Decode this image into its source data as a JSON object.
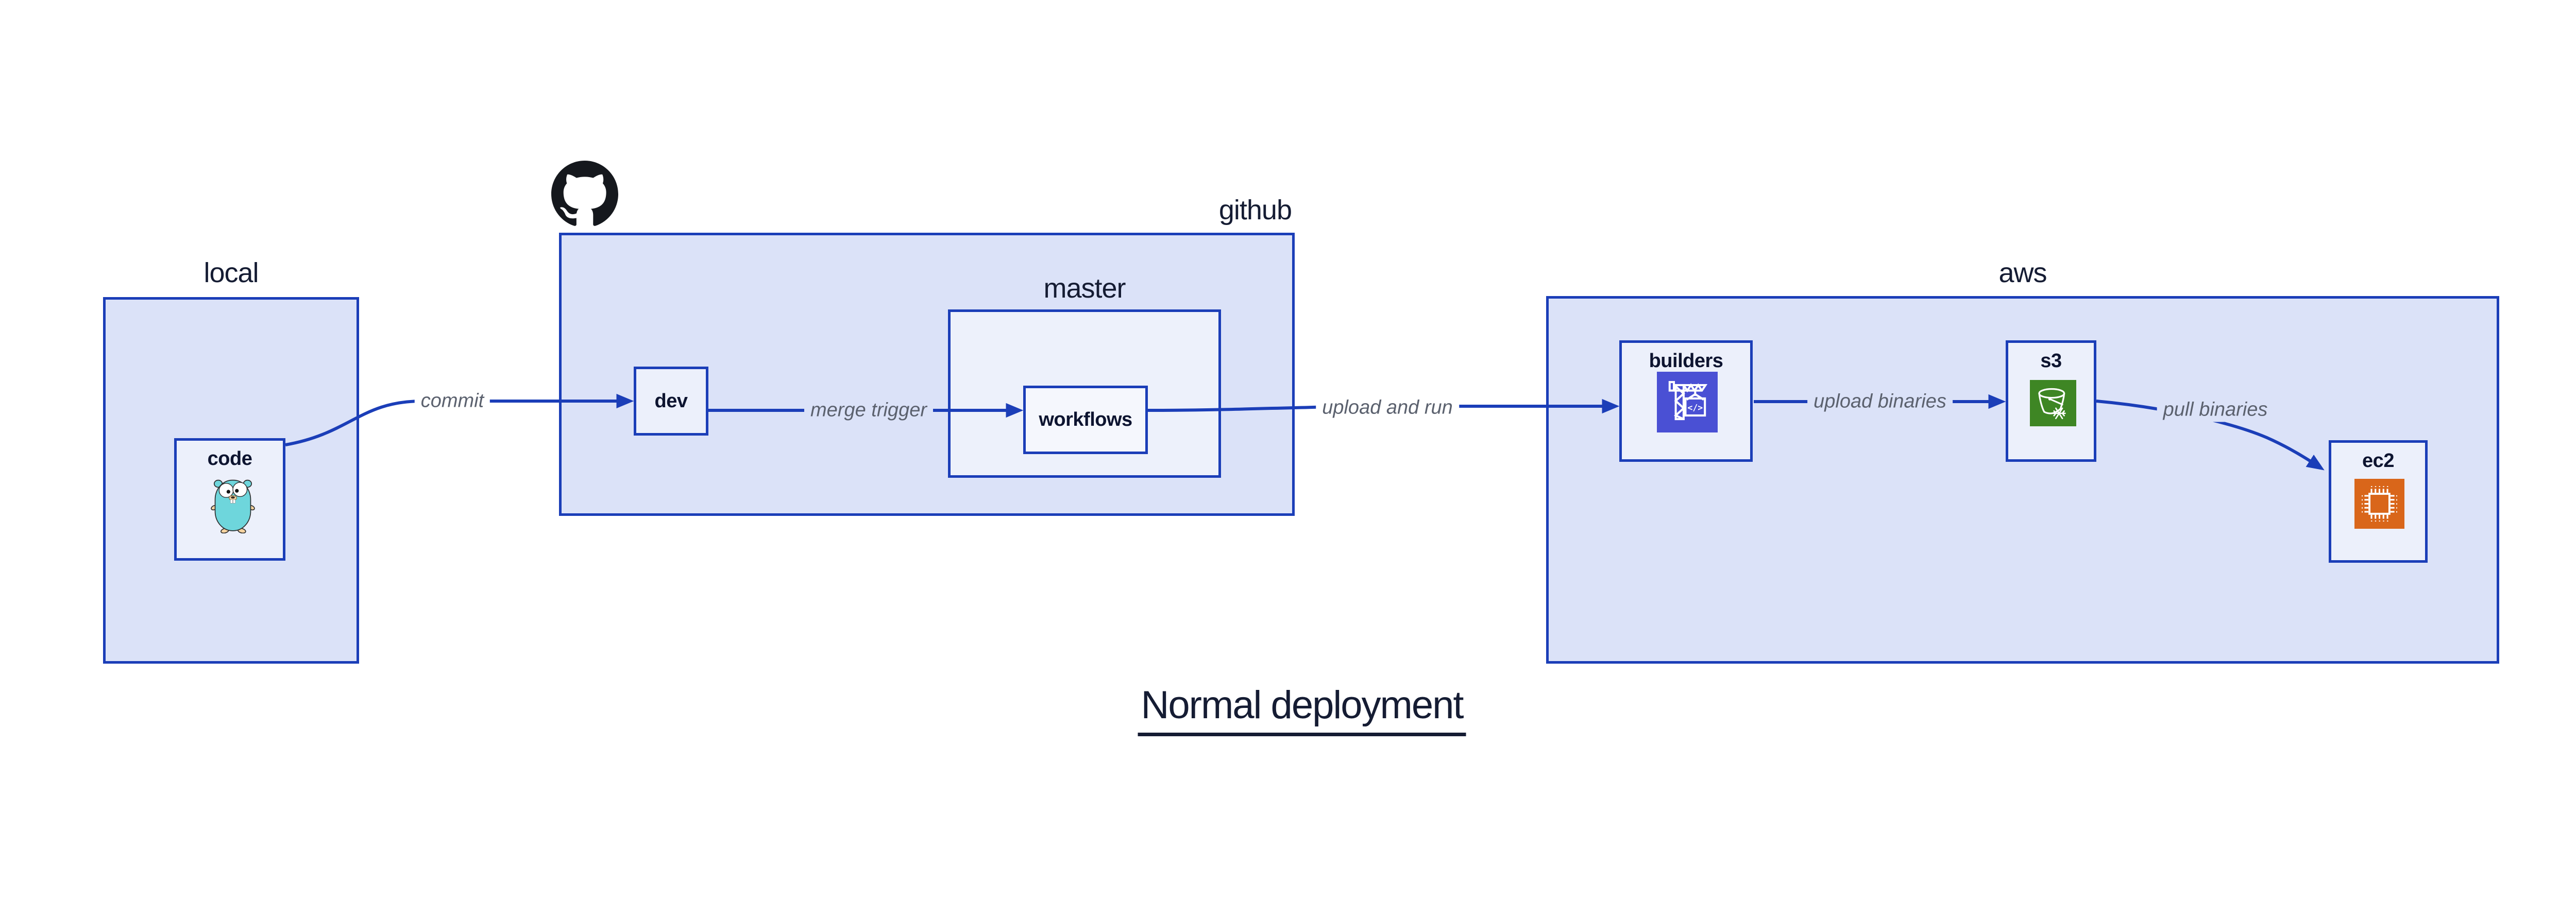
{
  "title": "Normal deployment",
  "colors": {
    "accent_blue": "#1b3eb8",
    "container_fill": "#dbe2f8",
    "subgroup_fill": "#edf1fb",
    "node_fill": "#ecf0fb",
    "inner_node_fill": "#f5f7fd",
    "edge_label_gray": "#5b616e",
    "dark_text": "#151c33",
    "github_logo_black": "#15181d",
    "builders_icon_bg": "#4a50d4",
    "s3_icon_bg": "#3e8624",
    "ec2_icon_bg": "#d9661a",
    "gopher_body": "#6ed6dc",
    "gopher_skin": "#f5d3a0"
  },
  "groups": {
    "local": {
      "label": "local"
    },
    "github": {
      "label": "github"
    },
    "master": {
      "label": "master"
    },
    "aws": {
      "label": "aws"
    }
  },
  "nodes": {
    "code": {
      "label": "code",
      "icon": "go-gopher-icon"
    },
    "dev": {
      "label": "dev"
    },
    "workflows": {
      "label": "workflows"
    },
    "builders": {
      "label": "builders",
      "icon": "codebuild-crane-icon",
      "icon_glyph": "</>"
    },
    "s3": {
      "label": "s3",
      "icon": "s3-bucket-snowflake-icon"
    },
    "ec2": {
      "label": "ec2",
      "icon": "ec2-chip-icon"
    }
  },
  "edges": [
    {
      "from": "code",
      "to": "dev",
      "label": "commit"
    },
    {
      "from": "dev",
      "to": "workflows",
      "label": "merge trigger"
    },
    {
      "from": "workflows",
      "to": "builders",
      "label": "upload and run"
    },
    {
      "from": "builders",
      "to": "s3",
      "label": "upload binaries"
    },
    {
      "from": "s3",
      "to": "ec2",
      "label": "pull binaries"
    }
  ],
  "icons": {
    "github-logo": "github-octocat-mark",
    "code": "go-gopher-mascot",
    "builders": "aws-codebuild-crane-on-indigo-square",
    "s3": "aws-s3-glacier-bucket-on-green-square",
    "ec2": "aws-ec2-chip-on-orange-square"
  }
}
